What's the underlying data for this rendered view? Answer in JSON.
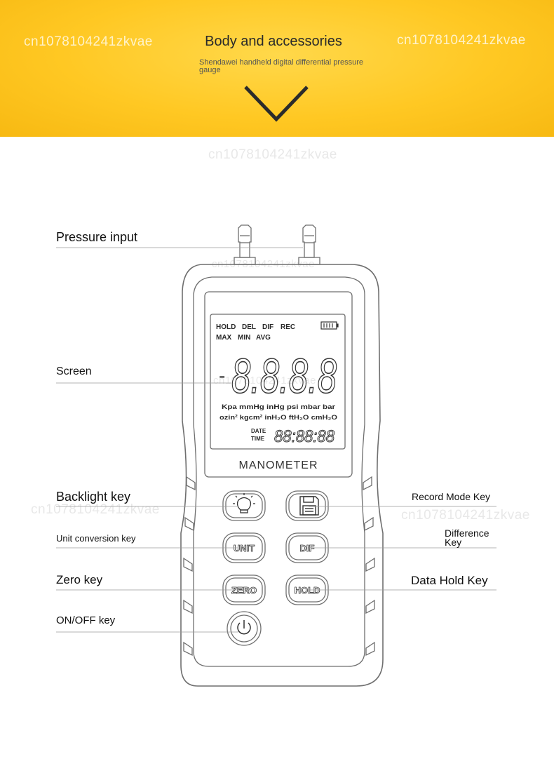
{
  "banner": {
    "title": "Body and accessories",
    "subtitle": "Shendawei handheld digital differential pressure gauge",
    "watermark": "cn1078104241zkvae"
  },
  "labels": {
    "pressure_input": "Pressure input",
    "screen": "Screen",
    "backlight": "Backlight key",
    "unit_conversion": "Unit conversion key",
    "zero": "Zero key",
    "on_off": "ON/OFF key",
    "record_mode": "Record Mode Key",
    "difference_line1": "Difference",
    "difference_line2": "Key",
    "data_hold": "Data Hold Key"
  },
  "device": {
    "name": "MANOMETER",
    "lcd": {
      "status_row1": [
        "HOLD",
        "DEL",
        "DIF",
        "REC"
      ],
      "status_row2": [
        "MAX",
        "MIN",
        "AVG"
      ],
      "minus": "-",
      "digits": "8.8.8.8",
      "units_row1": "Kpa mmHg inHg psi mbar bar",
      "units_row2": "ozin² kgcm² inH₂O ftH₂O cmH₂O",
      "date_label": "DATE",
      "time_label": "TIME",
      "clock": "88:88:88"
    },
    "buttons": {
      "unit": "UNIT",
      "dif": "DIF",
      "zero": "ZERO",
      "hold": "HOLD"
    }
  },
  "icons": {
    "backlight": "lightbulb-icon",
    "record": "floppy-disk-icon",
    "power": "power-icon",
    "battery": "battery-icon",
    "banner_arrow": "chevron-down-icon"
  },
  "colors": {
    "banner": "#ffc823",
    "outline": "#6f6f6f"
  }
}
